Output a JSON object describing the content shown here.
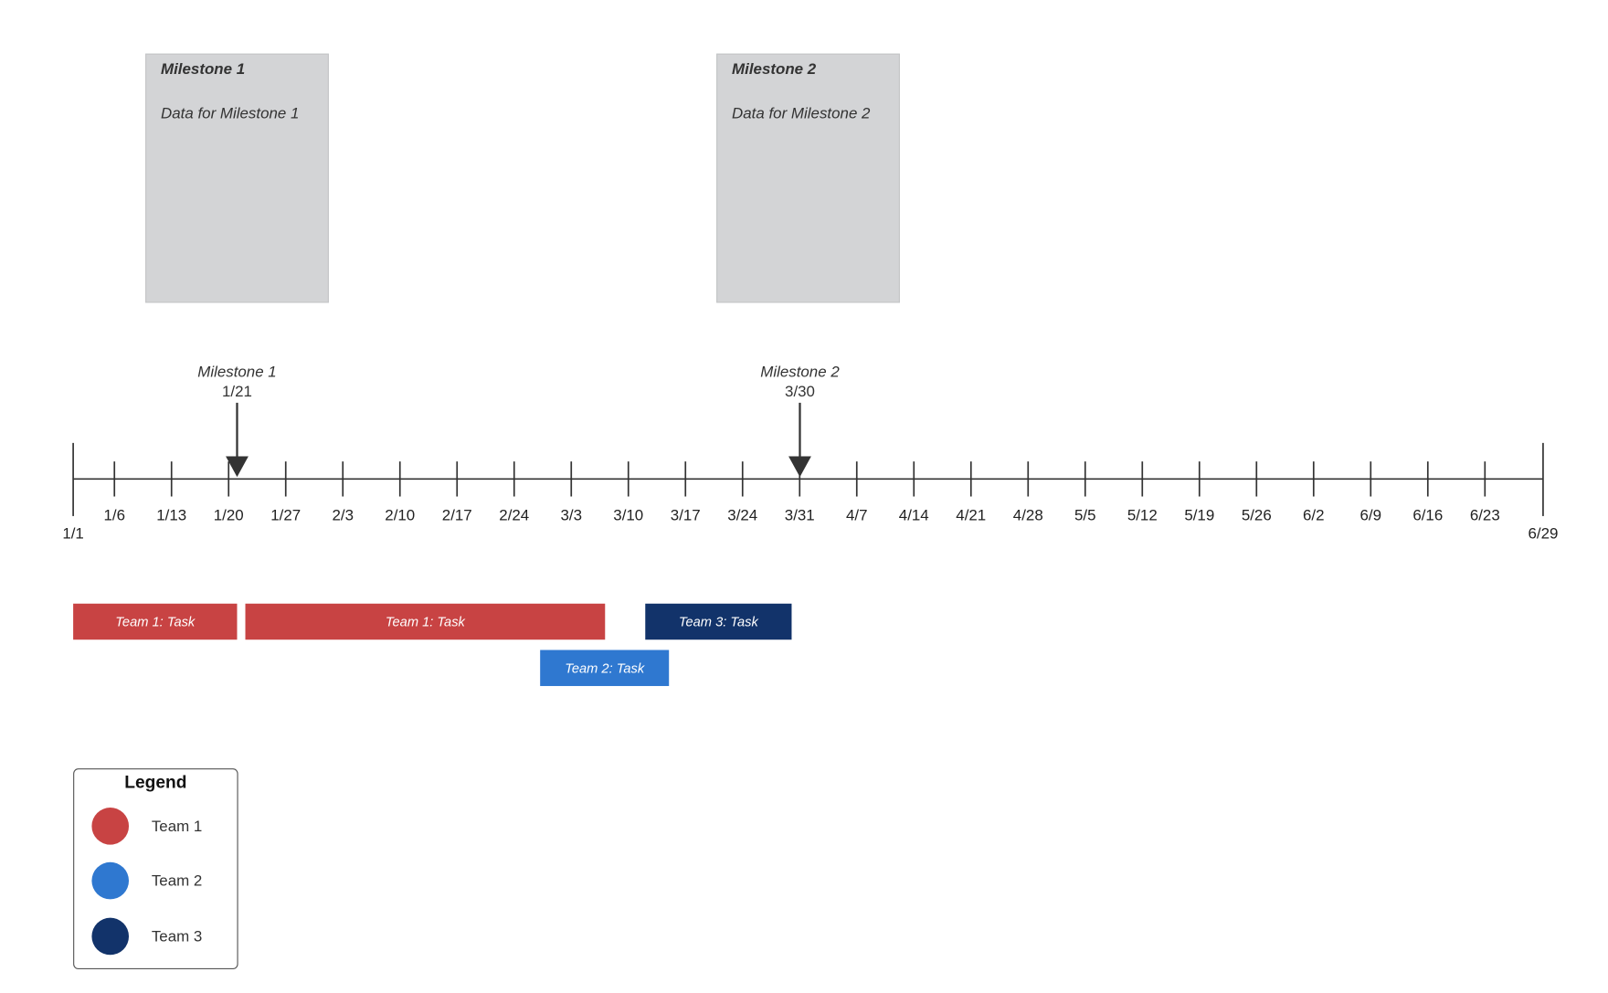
{
  "milestone_cards": [
    {
      "title": "Milestone 1",
      "body": "Data for Milestone 1"
    },
    {
      "title": "Milestone 2",
      "body": "Data for Milestone 2"
    }
  ],
  "timeline": {
    "start_label": "1/1",
    "end_label": "6/29",
    "tick_labels": [
      "1/6",
      "1/13",
      "1/20",
      "1/27",
      "2/3",
      "2/10",
      "2/17",
      "2/24",
      "3/3",
      "3/10",
      "3/17",
      "3/24",
      "3/31",
      "4/7",
      "4/14",
      "4/21",
      "4/28",
      "5/5",
      "5/12",
      "5/19",
      "5/26",
      "6/2",
      "6/9",
      "6/16",
      "6/23"
    ],
    "markers": [
      {
        "name": "Milestone 1",
        "date": "1/21"
      },
      {
        "name": "Milestone 2",
        "date": "3/30"
      }
    ]
  },
  "tasks": [
    {
      "label": "Team 1: Task",
      "color": "#c84343"
    },
    {
      "label": "Team 1: Task",
      "color": "#c84343"
    },
    {
      "label": "Team 3: Task",
      "color": "#12336a"
    },
    {
      "label": "Team 2: Task",
      "color": "#2f78d0"
    }
  ],
  "legend": {
    "title": "Legend",
    "items": [
      {
        "label": "Team 1",
        "color": "#c84343"
      },
      {
        "label": "Team 2",
        "color": "#2f78d0"
      },
      {
        "label": "Team 3",
        "color": "#12336a"
      }
    ]
  }
}
